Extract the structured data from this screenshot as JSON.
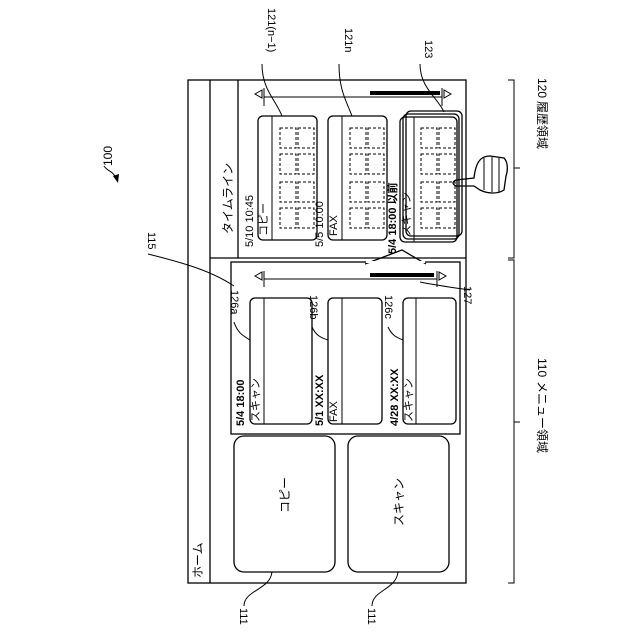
{
  "figure": {
    "device_ref": "100",
    "menu_area_ref": "110",
    "menu_area_label": "メニュー領域",
    "history_area_ref": "120",
    "history_area_label": "履歴領域",
    "popup_ref": "115",
    "button_ref": "111",
    "scrollbar_ref": "127",
    "stack_ref": "123"
  },
  "home": {
    "title": "ホーム"
  },
  "menu_buttons": [
    {
      "label": "コピー"
    },
    {
      "label": "スキャン"
    }
  ],
  "timeline": {
    "title": "タイムライン",
    "cards": [
      {
        "ref": "121(n−1)",
        "type": "コピー",
        "time": "5/10 10:45"
      },
      {
        "ref": "121n",
        "type": "FAX",
        "time": "5/5 10:00"
      },
      {
        "ref": "",
        "type": "スキャン",
        "time": "5/4 18:00 以前"
      }
    ]
  },
  "popup": {
    "cards": [
      {
        "ref": "126a",
        "time": "5/4 18:00",
        "type": "スキャン"
      },
      {
        "ref": "126b",
        "time": "5/1 XX:XX",
        "type": "FAX"
      },
      {
        "ref": "126c",
        "time": "4/28 XX:XX",
        "type": "スキャン"
      }
    ]
  }
}
